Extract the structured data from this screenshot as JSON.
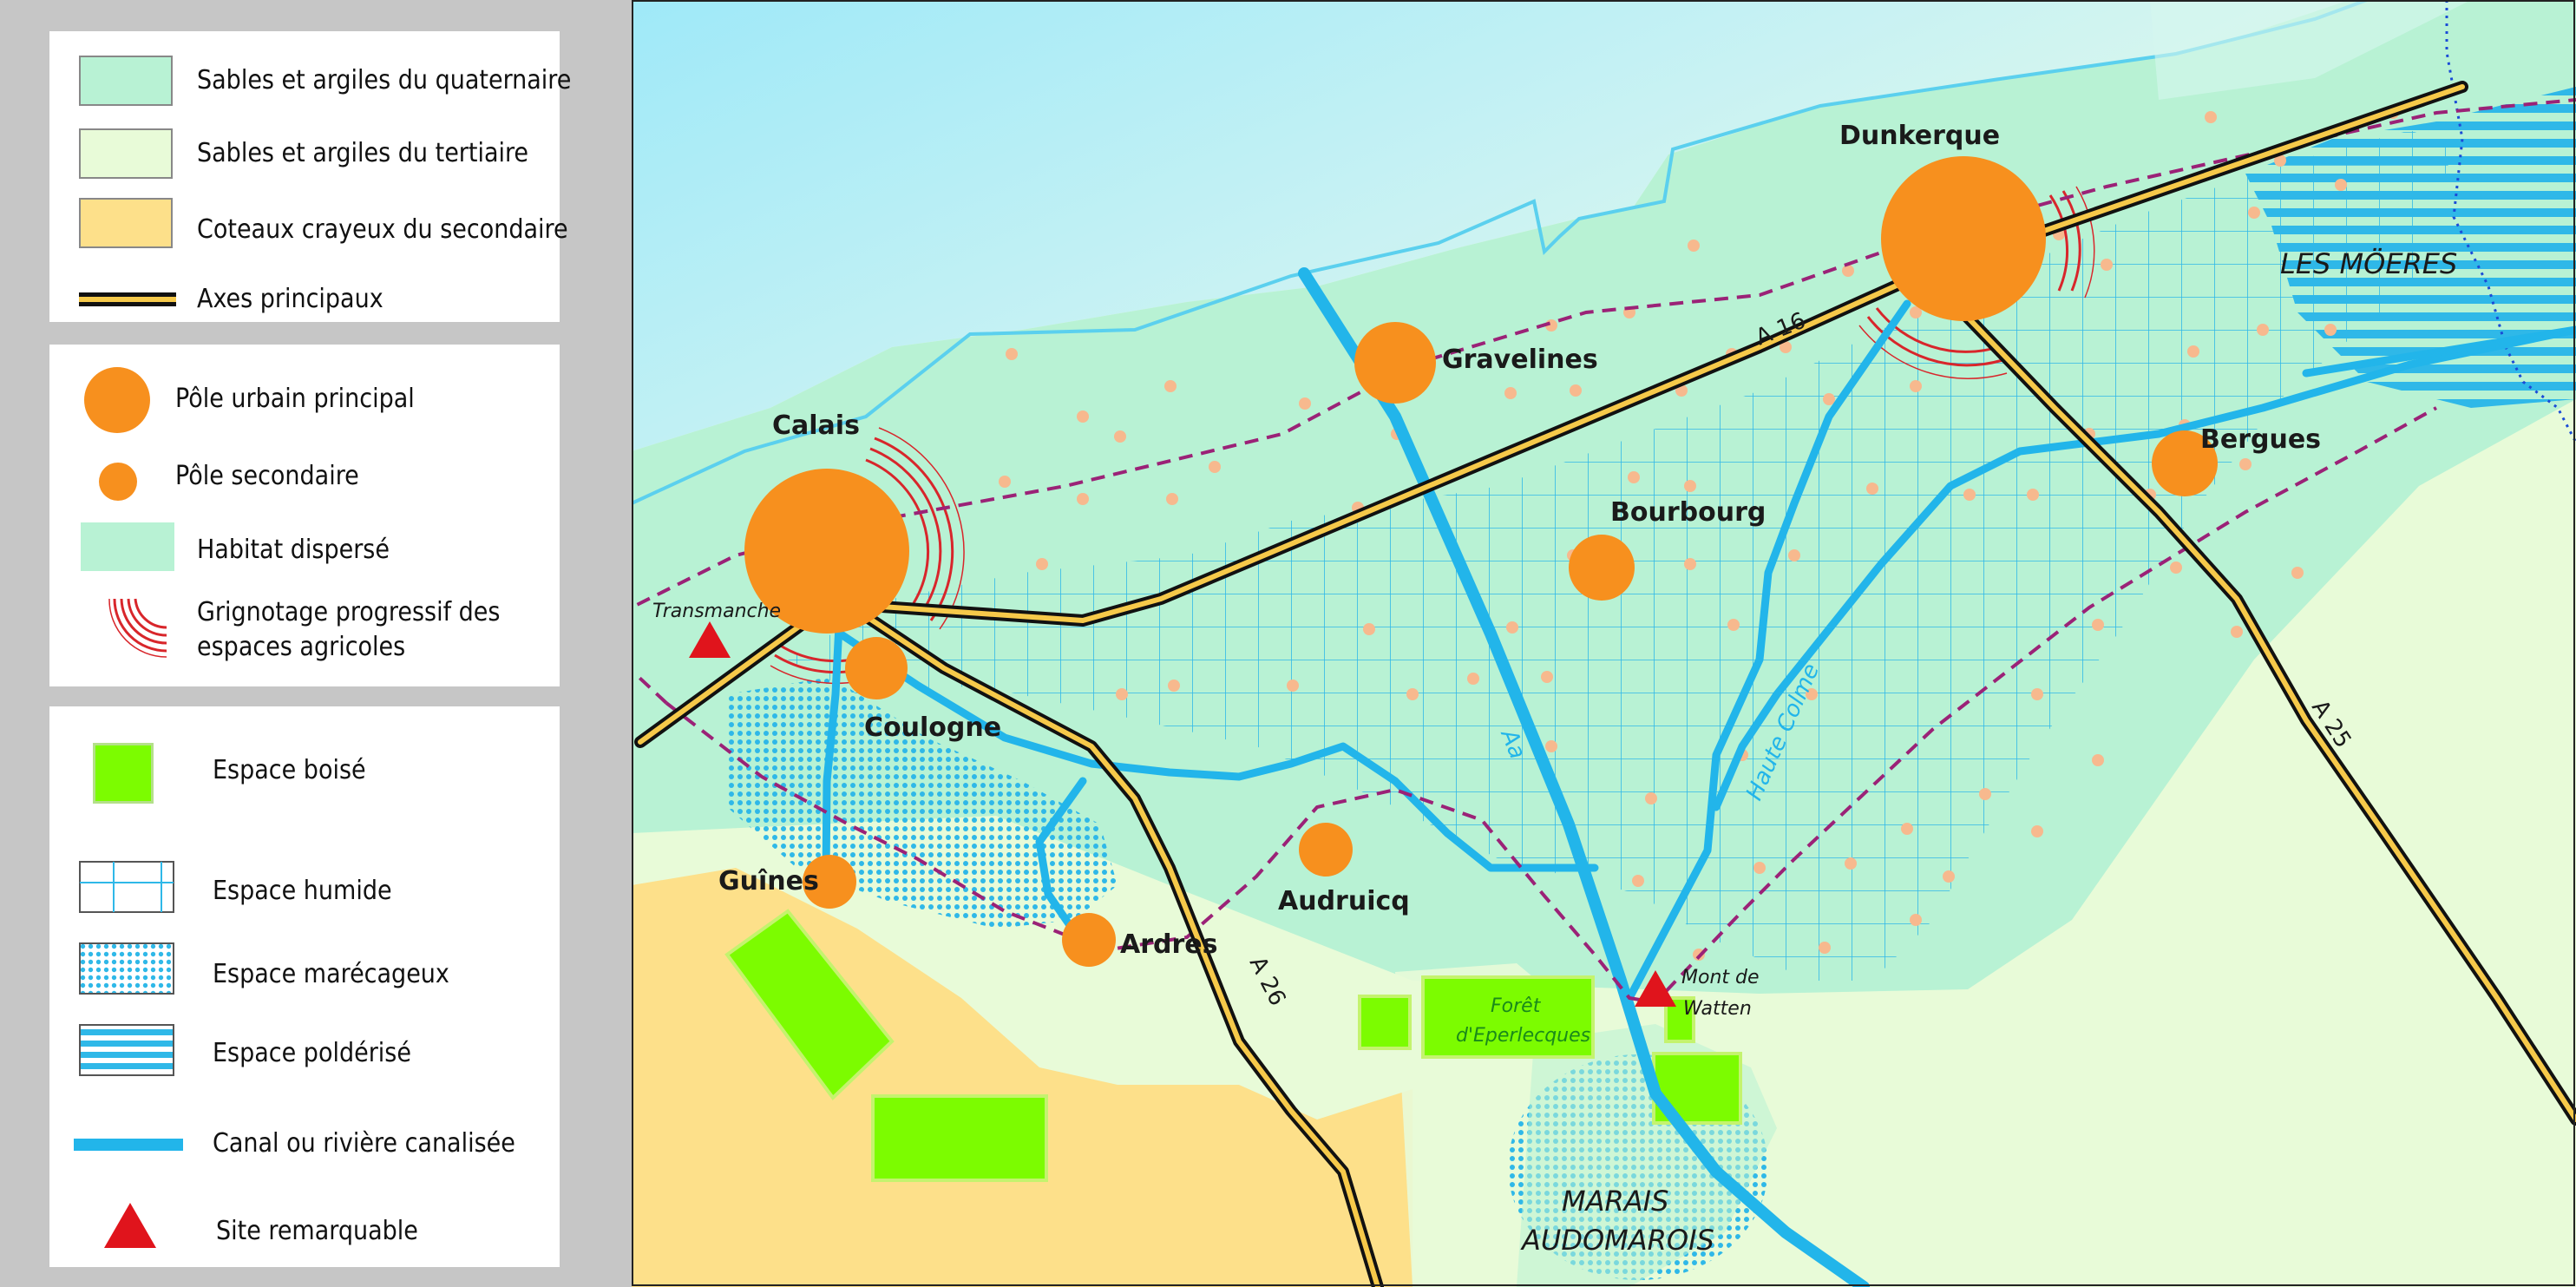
{
  "legend": {
    "soils": [
      {
        "label": "Sables et argiles du quaternaire",
        "color": "#b8f2d4"
      },
      {
        "label": "Sables et argiles du tertiaire",
        "color": "#e8fbd8"
      },
      {
        "label": "Coteaux crayeux du secondaire",
        "color": "#fde08a"
      },
      {
        "label": "Axes principaux",
        "color": "#f6c94a"
      }
    ],
    "urban": [
      {
        "label": "Pôle urbain principal",
        "color": "#f7901e"
      },
      {
        "label": "Pôle secondaire",
        "color": "#f7901e"
      },
      {
        "label": "Habitat dispersé",
        "color": "#b8f2d4"
      },
      {
        "label": "Grignotage progressif des",
        "label2": "espaces agricoles",
        "color": "#d8262b"
      }
    ],
    "land": [
      {
        "label": "Espace boisé",
        "color": "#7cfc00"
      },
      {
        "label": "Espace humide",
        "color": "#2fb8e8"
      },
      {
        "label": "Espace marécageux",
        "color": "#2fb8e8"
      },
      {
        "label": "Espace poldérisé",
        "color": "#2fb8e8"
      },
      {
        "label": "Canal ou rivière canalisée",
        "color": "#22b5ea"
      },
      {
        "label": "Site remarquable",
        "color": "#e0141c"
      }
    ]
  },
  "map": {
    "colors": {
      "sea": "#a8ecf8",
      "quaternary": "#b8f2d4",
      "tertiary": "#e8fbd8",
      "chalk": "#fde08a",
      "wood": "#7cfc00",
      "canal": "#22b5ea",
      "pole": "#f7901e",
      "road": "#f6c94a",
      "boundary": "#9b2277",
      "site": "#e0141c"
    },
    "cities": {
      "dunkerque": "Dunkerque",
      "calais": "Calais",
      "gravelines": "Gravelines",
      "bourbourg": "Bourbourg",
      "bergues": "Bergues",
      "coulogne": "Coulogne",
      "guines": "Guînes",
      "ardres": "Ardres",
      "audruicq": "Audruicq"
    },
    "roads": {
      "a16": "A 16",
      "a25": "A 25",
      "a26": "A 26"
    },
    "rivers": {
      "aa": "Aa",
      "haute_colme": "Haute Colme"
    },
    "areas": {
      "les_moeres": "LES MÖERES",
      "marais_line1": "MARAIS",
      "marais_line2": "AUDOMAROIS",
      "foret_line1": "Forêt",
      "foret_line2": "d'Eperlecques"
    },
    "sites": {
      "transmanche": "Transmanche",
      "mont_watten_line1": "Mont de",
      "mont_watten_line2": "Watten"
    }
  }
}
